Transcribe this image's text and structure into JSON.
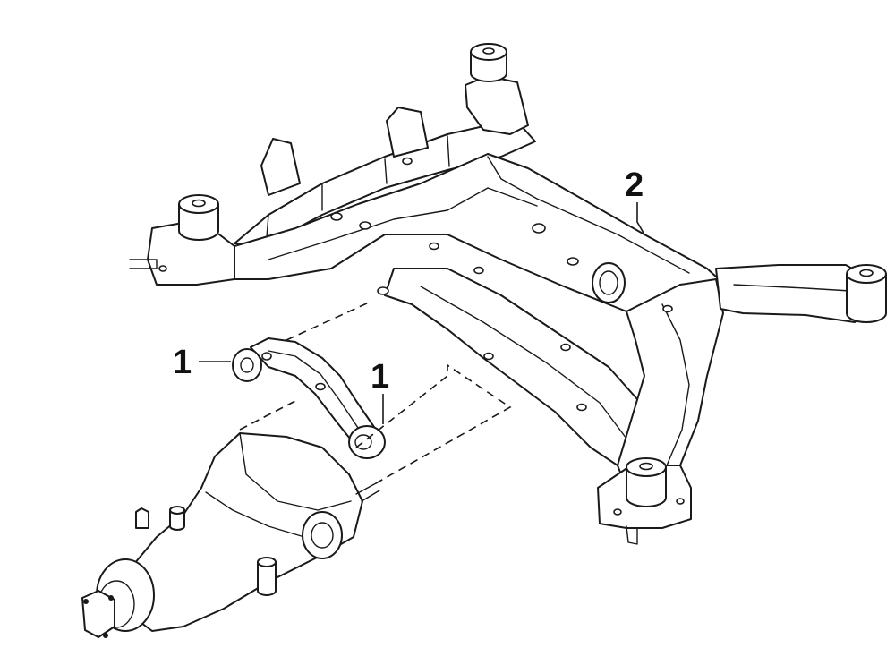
{
  "callouts": [
    {
      "id": "c1a",
      "text": "1"
    },
    {
      "id": "c1b",
      "text": "1"
    },
    {
      "id": "c2",
      "text": "2"
    }
  ],
  "parts": {
    "item_1": "differential-mount-bracket-bushing",
    "item_2": "rear-suspension-crossmember"
  }
}
